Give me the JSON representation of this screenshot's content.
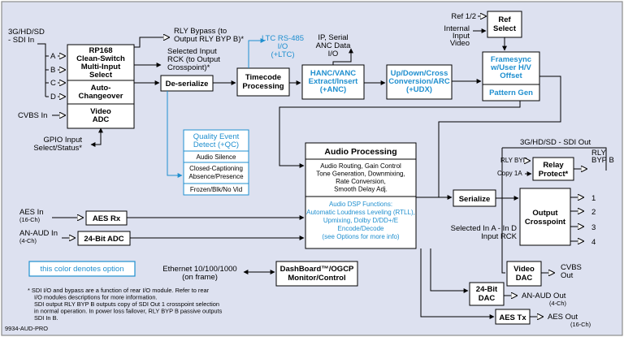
{
  "colors": {
    "background": "#dde1f0",
    "option": "#1f8fcf",
    "frame": "#8c8c8c"
  },
  "inputs": {
    "sdi_in": [
      "3G/HD/SD",
      "- SDI In"
    ],
    "ports": [
      "A",
      "B",
      "C",
      "D"
    ],
    "cvbs_in": "CVBS In",
    "gpio": [
      "GPIO Input",
      "Select/Status*"
    ],
    "aes_in": [
      "AES In",
      "(16-Ch)"
    ],
    "anaud_in": [
      "AN-AUD In",
      "(4-Ch)"
    ],
    "ethernet": [
      "Ethernet 10/100/1000",
      "(on frame)"
    ]
  },
  "blocks": {
    "rp168": [
      "RP168",
      "Clean-Switch",
      "Multi-Input",
      "Select"
    ],
    "auto": [
      "Auto-",
      "Changeover"
    ],
    "video_adc": [
      "Video",
      "ADC"
    ],
    "deserialize": "De-serialize",
    "timecode": [
      "Timecode",
      "Processing"
    ],
    "hanc": [
      "HANC/VANC",
      "Extract/Insert",
      "(+ANC)"
    ],
    "updown": [
      "Up/Down/Cross",
      "Conversion/ARC",
      "(+UDX)"
    ],
    "framesync": [
      "Framesync",
      "w/User H/V",
      "Offset"
    ],
    "pattern": "Pattern Gen",
    "ref_select": [
      "Ref",
      "Select"
    ],
    "qc": [
      "Quality Event",
      "Detect (+QC)",
      "Audio Silence",
      "Closed-Captioning",
      "Absence/Presence",
      "Frozen/Blk/No Vid"
    ],
    "audio": {
      "title": "Audio Processing",
      "lines": [
        "Audio Routing, Gain Control",
        "Tone Generation, Downmixing,",
        "Rate Conversion,",
        "Smooth Delay Adj."
      ],
      "dsp": [
        "Audio DSP Functions:",
        "Automatic Loudness Leveling (RTLL),",
        "Upmixing, Dolby D/DD+/E",
        "Encode/Decode",
        "(see Options for more info)"
      ]
    },
    "aes_rx": "AES Rx",
    "adc24": "24-Bit ADC",
    "serialize": "Serialize",
    "relay": [
      "Relay",
      "Protect*"
    ],
    "crosspoint": [
      "Output",
      "Crosspoint"
    ],
    "video_dac": [
      "Video",
      "DAC"
    ],
    "dac24": [
      "24-Bit",
      "DAC"
    ],
    "aes_tx": "AES Tx",
    "dashboard": [
      "DashBoard™/OGCP",
      "Monitor/Control"
    ]
  },
  "labels": {
    "rly_bypass": [
      "RLY Bypass (to",
      "Output RLY BYP B)*"
    ],
    "selected_input": [
      "Selected Input",
      "RCK (to Output",
      "Crosspoint)*"
    ],
    "ltc": [
      "LTC RS-485",
      "I/O",
      "(+LTC)"
    ],
    "ip_serial": [
      "IP, Serial",
      "ANC Data",
      "I/O"
    ],
    "ref": [
      "Ref 1/2",
      "Internal",
      "Input",
      "Video"
    ],
    "sdi_out": "3G/HD/SD - SDI Out",
    "rly_byp": "RLY BYP",
    "copy_1a": "Copy 1A",
    "rly_byp_b": [
      "RLY",
      "BYP B"
    ],
    "outs": [
      "1",
      "2",
      "3",
      "4"
    ],
    "selected_in": [
      "Selected In A - In D",
      "Input RCK"
    ],
    "cvbs_out": [
      "CVBS",
      "Out"
    ],
    "anaud_out": [
      "AN-AUD Out",
      "(4-Ch)"
    ],
    "aes_out": [
      "AES Out",
      "(16-Ch)"
    ],
    "legend": "this color denotes option",
    "notes": [
      "* SDI I/O and bypass are a function of rear I/O module. Refer to rear",
      "I/O modules descriptions for more information.",
      "SDI output RLY BYP B outputs copy of SDI Out 1 crosspoint selection",
      "in normal operation. In power loss failover, RLY BYP B passive outputs",
      "SDI In B."
    ],
    "model": "9934-AUD-PRO"
  }
}
